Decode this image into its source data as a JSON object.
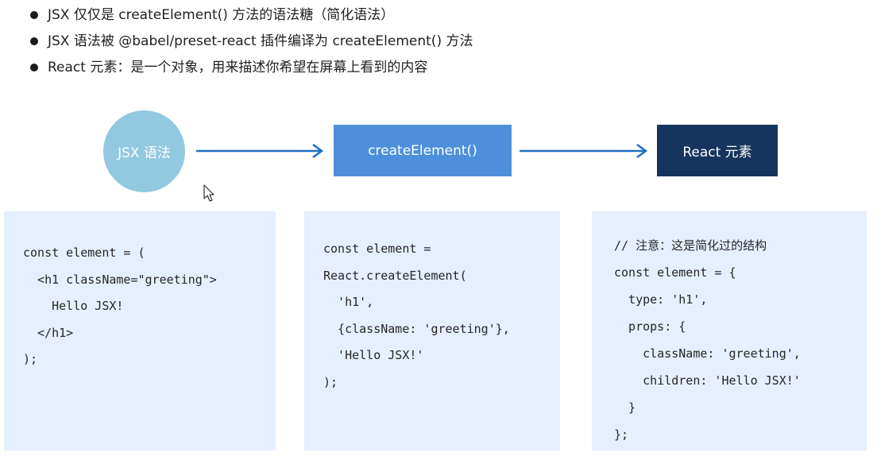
{
  "bullets": [
    "JSX 仅仅是 createElement() 方法的语法糖（简化语法）",
    "JSX 语法被 @babel/preset-react 插件编译为 createElement() 方法",
    "React 元素：是一个对象，用来描述你希望在屏幕上看到的内容"
  ],
  "flow": {
    "jsx": "JSX 语法",
    "create": "createElement()",
    "react": "React 元素"
  },
  "colors": {
    "circle": "#92c9e0",
    "create_box": "#4e8fdb",
    "react_box": "#15355e",
    "arrow": "#1f6fc4",
    "panel": "#e6efff"
  },
  "code_jsx": [
    "const element = (",
    "  <h1 className=\"greeting\">",
    "    Hello JSX!",
    "  </h1>",
    ");"
  ],
  "code_create": [
    "const element =",
    "React.createElement(",
    "  'h1',",
    "  {className: 'greeting'},",
    "  'Hello JSX!'",
    ");"
  ],
  "code_object": [
    "// 注意：这是简化过的结构",
    "const element = {",
    "  type: 'h1',",
    "  props: {",
    "    className: 'greeting',",
    "    children: 'Hello JSX!'",
    "  }",
    "};"
  ]
}
